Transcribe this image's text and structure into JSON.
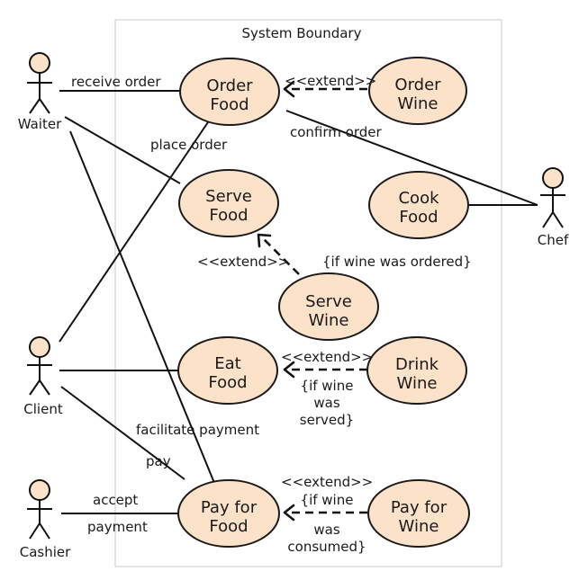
{
  "boundary": {
    "title": "System Boundary"
  },
  "actors": {
    "waiter": "Waiter",
    "client": "Client",
    "cashier": "Cashier",
    "chef": "Chef"
  },
  "use_cases": {
    "order_food": [
      "Order",
      "Food"
    ],
    "order_wine": [
      "Order",
      "Wine"
    ],
    "serve_food": [
      "Serve",
      "Food"
    ],
    "cook_food": [
      "Cook",
      "Food"
    ],
    "serve_wine": [
      "Serve",
      "Wine"
    ],
    "eat_food": [
      "Eat",
      "Food"
    ],
    "drink_wine": [
      "Drink",
      "Wine"
    ],
    "pay_food": [
      "Pay for",
      "Food"
    ],
    "pay_wine": [
      "Pay for",
      "Wine"
    ]
  },
  "labels": {
    "receive_order": "receive order",
    "place_order": "place order",
    "confirm_order": "confirm order",
    "facilitate_payment": "facilitate payment",
    "pay": "pay",
    "accept": "accept",
    "payment": "payment",
    "extend": "<<extend>>",
    "cond_wine_ordered": "{if wine was ordered}",
    "cond_wine_served": [
      "{if wine",
      "was",
      "served}"
    ],
    "cond_wine_consumed": [
      "{if wine",
      "was",
      "consumed}"
    ]
  },
  "colors": {
    "use_case_fill": "#fbe2c8",
    "stroke": "#1a1a1a",
    "boundary": "#c8c8c8"
  }
}
